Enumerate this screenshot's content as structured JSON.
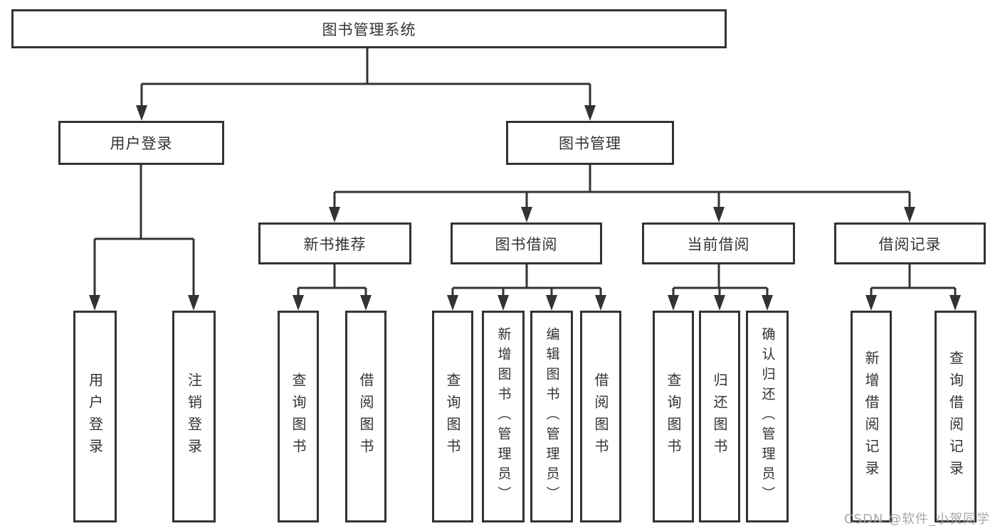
{
  "title": "图书管理系统",
  "watermark": "CSDN @软件_小贺同学",
  "colors": {
    "line": "#333333",
    "text": "#333333",
    "watermark": "#a8a8a8",
    "background": "#ffffff"
  },
  "level2": [
    {
      "label": "用户登录"
    },
    {
      "label": "图书管理"
    }
  ],
  "level3": [
    {
      "label": "新书推荐",
      "parent": "图书管理"
    },
    {
      "label": "图书借阅",
      "parent": "图书管理"
    },
    {
      "label": "当前借阅",
      "parent": "图书管理"
    },
    {
      "label": "借阅记录",
      "parent": "图书管理"
    }
  ],
  "leaves": [
    {
      "label": "用户登录",
      "parent": "用户登录"
    },
    {
      "label": "注销登录",
      "parent": "用户登录"
    },
    {
      "label": "查询图书",
      "parent": "新书推荐"
    },
    {
      "label": "借阅图书",
      "parent": "新书推荐"
    },
    {
      "label": "查询图书",
      "parent": "图书借阅"
    },
    {
      "label": "新增图书（管理员）",
      "parent": "图书借阅"
    },
    {
      "label": "编辑图书（管理员）",
      "parent": "图书借阅"
    },
    {
      "label": "借阅图书",
      "parent": "图书借阅"
    },
    {
      "label": "查询图书",
      "parent": "当前借阅"
    },
    {
      "label": "归还图书",
      "parent": "当前借阅"
    },
    {
      "label": "确认归还（管理员）",
      "parent": "当前借阅"
    },
    {
      "label": "新增借阅记录",
      "parent": "借阅记录"
    },
    {
      "label": "查询借阅记录",
      "parent": "借阅记录"
    }
  ]
}
